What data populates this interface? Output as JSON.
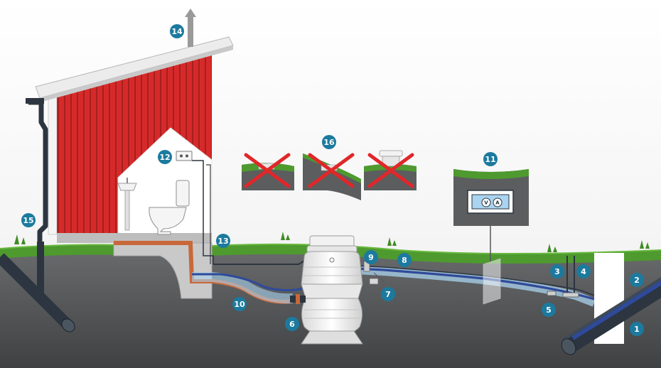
{
  "callouts": [
    {
      "number": "1"
    },
    {
      "number": "2"
    },
    {
      "number": "3"
    },
    {
      "number": "4"
    },
    {
      "number": "5"
    },
    {
      "number": "6"
    },
    {
      "number": "7"
    },
    {
      "number": "8"
    },
    {
      "number": "9"
    },
    {
      "number": "10"
    },
    {
      "number": "11"
    },
    {
      "number": "12"
    },
    {
      "number": "13"
    },
    {
      "number": "14"
    },
    {
      "number": "15"
    },
    {
      "number": "16"
    }
  ],
  "meter": {
    "v_label": "V",
    "a_label": "A"
  },
  "colors": {
    "badge": "#1b7a9e",
    "house_red": "#d92b2b",
    "grass": "#4e9a2f",
    "soil": "#5b5d5f",
    "pipe_dark": "#2c3540",
    "pipe_blue": "#2f4a9a",
    "pipe_light_blue": "#a9d3ee",
    "pipe_copper": "#c8683a",
    "cross_red": "#e0272a",
    "tank_white": "#f2f2f2"
  }
}
